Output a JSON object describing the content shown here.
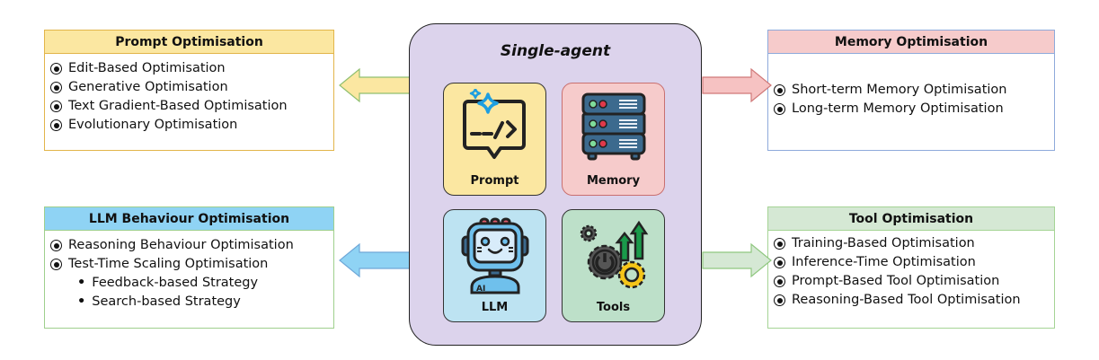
{
  "center": {
    "title": "Single-agent",
    "tiles": [
      {
        "label": "Prompt",
        "icon": "code-bubble-icon"
      },
      {
        "label": "Memory",
        "icon": "server-icon"
      },
      {
        "label": "LLM",
        "icon": "robot-icon"
      },
      {
        "label": "Tools",
        "icon": "gears-icon"
      }
    ]
  },
  "boxes": {
    "prompt": {
      "title": "Prompt Optimisation",
      "color": "#fbe7a1",
      "items": [
        "Edit-Based Optimisation",
        "Generative Optimisation",
        "Text Gradient-Based Optimisation",
        "Evolutionary Optimisation"
      ]
    },
    "memory": {
      "title": "Memory Optimisation",
      "color": "#f6cbcb",
      "items": [
        "Short-term Memory Optimisation",
        "Long-term Memory Optimisation"
      ]
    },
    "llm": {
      "title": "LLM Behaviour Optimisation",
      "color": "#8fd3f4",
      "items": [
        "Reasoning Behaviour Optimisation",
        "Test-Time Scaling Optimisation"
      ],
      "subitems": [
        "Feedback-based Strategy",
        "Search-based Strategy"
      ]
    },
    "tool": {
      "title": "Tool Optimisation",
      "color": "#d5e8d4",
      "items": [
        "Training-Based Optimisation",
        "Inference-Time Optimisation",
        "Prompt-Based Tool Optimisation",
        "Reasoning-Based Tool Optimisation"
      ]
    }
  },
  "bullet_glyph": "•"
}
